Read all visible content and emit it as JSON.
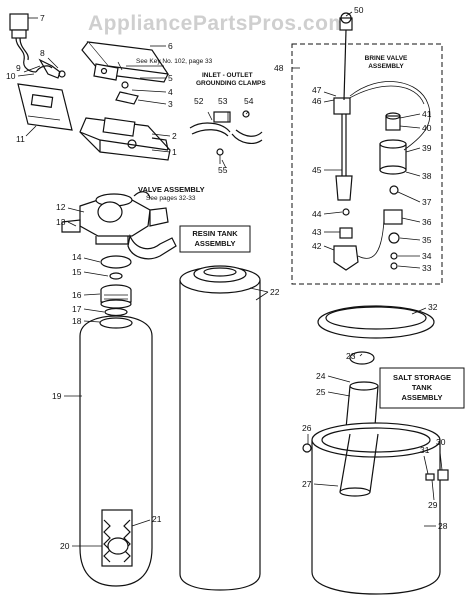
{
  "watermark": "AppliancePartsPros.com",
  "notes": {
    "key_ref": "See Key No. 102, page 33",
    "valve_pages": "See pages 32-33"
  },
  "labels": {
    "inlet_outlet": "INLET - OUTLET",
    "grounding_clamps": "GROUNDING CLAMPS",
    "valve_assembly": "VALVE ASSEMBLY",
    "resin_tank_1": "RESIN TANK",
    "resin_tank_2": "ASSEMBLY",
    "brine_valve_1": "BRINE VALVE",
    "brine_valve_2": "ASSEMBLY",
    "salt_storage_1": "SALT STORAGE",
    "salt_storage_2": "TANK",
    "salt_storage_3": "ASSEMBLY"
  },
  "part_numbers": [
    "1",
    "2",
    "3",
    "4",
    "5",
    "6",
    "7",
    "8",
    "9",
    "10",
    "11",
    "12",
    "13",
    "14",
    "15",
    "16",
    "17",
    "18",
    "19",
    "20",
    "21",
    "22",
    "23",
    "24",
    "25",
    "26",
    "27",
    "28",
    "29",
    "30",
    "31",
    "32",
    "33",
    "34",
    "35",
    "36",
    "37",
    "38",
    "39",
    "40",
    "41",
    "42",
    "43",
    "44",
    "45",
    "46",
    "47",
    "48",
    "50",
    "52",
    "53",
    "54",
    "55"
  ]
}
